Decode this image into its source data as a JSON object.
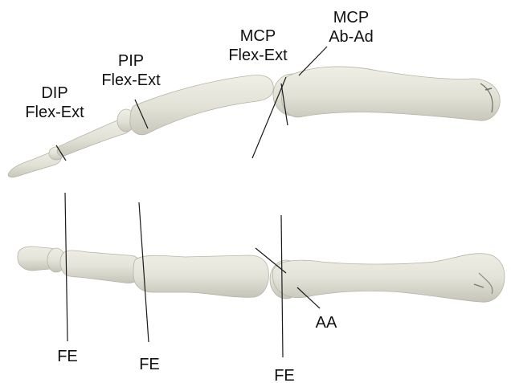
{
  "colors": {
    "bone_fill": "#e3e2d8",
    "bone_shade": "#c9c8bc",
    "bone_edge": "#a9a89c",
    "axis_line": "#1a1a1a",
    "label_text": "#111111"
  },
  "views": {
    "top": {
      "bones": [
        "distal-phalanx",
        "middle-phalanx",
        "proximal-phalanx",
        "metacarpal"
      ],
      "labels": {
        "dip": {
          "line1": "DIP",
          "line2": "Flex-Ext"
        },
        "pip": {
          "line1": "PIP",
          "line2": "Flex-Ext"
        },
        "mcp_fe": {
          "line1": "MCP",
          "line2": "Flex-Ext"
        },
        "mcp_aa": {
          "line1": "MCP",
          "line2": "Ab-Ad"
        }
      }
    },
    "bottom": {
      "bones": [
        "distal-phalanx",
        "middle-phalanx",
        "proximal-phalanx",
        "metacarpal"
      ],
      "labels": {
        "fe_dip": "FE",
        "fe_pip": "FE",
        "fe_mcp": "FE",
        "aa_mcp": "AA"
      }
    }
  }
}
